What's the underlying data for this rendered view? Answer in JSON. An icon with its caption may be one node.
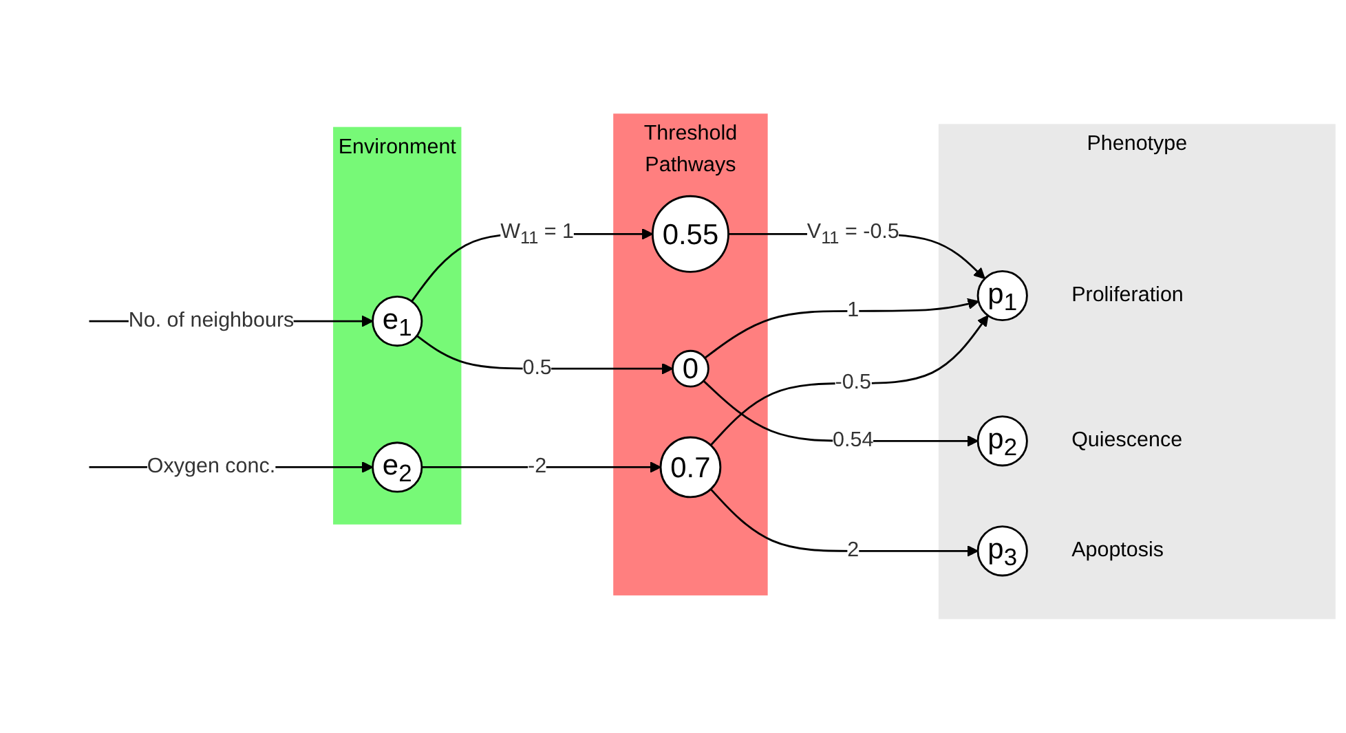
{
  "diagram": {
    "nodes": [
      {
        "text": [
          "Environment"
        ]
      },
      {
        "text": [
          "e$_{1}$"
        ],
        "in": 0
      },
      {
        "text": [
          "e$_{2}$"
        ],
        "in": 0
      },
      {
        "text": [
          "Threshold",
          "Pathways"
        ]
      },
      {
        "text": [
          "0.55"
        ],
        "in": 3
      },
      {
        "text": [
          "0"
        ],
        "in": 3
      },
      {
        "text": [
          "0.7"
        ],
        "in": 3
      },
      {
        "text": [
          "Phenotype"
        ]
      },
      {
        "text": [
          "p$_{1}$"
        ],
        "in": 7,
        "beside": [
          "Proliferation"
        ]
      },
      {
        "text": [
          "p$_{2}$"
        ],
        "in": 7,
        "beside": [
          "Quiescence"
        ]
      },
      {
        "text": [
          "p$_{3}$"
        ],
        "in": 7,
        "beside": [
          "Apoptosis"
        ]
      }
    ],
    "edges": [
      {
        "from": null,
        "to": 1,
        "arrow": "to",
        "label": "No. of neighbours"
      },
      {
        "from": null,
        "to": 2,
        "arrow": "to",
        "label": "Oxygen conc."
      },
      {
        "from": 1,
        "to": 4,
        "arrow": "to",
        "label": "W$_{11}$ = 1"
      },
      {
        "from": 1,
        "to": 5,
        "arrow": "to",
        "label": "0.5"
      },
      {
        "from": 2,
        "to": 6,
        "arrow": "to",
        "label": "-2"
      },
      {
        "from": 4,
        "to": 8,
        "arrow": "to",
        "label": "V$_{11}$ = -0.5"
      },
      {
        "from": 5,
        "to": 8,
        "arrow": "to",
        "label": "1"
      },
      {
        "from": 6,
        "to": 8,
        "arrow": "to",
        "label": "-0.5"
      },
      {
        "from": 5,
        "to": 9,
        "arrow": "to",
        "label": "0.54"
      },
      {
        "from": 6,
        "to": 10,
        "arrow": "to",
        "label": "2"
      }
    ]
  }
}
